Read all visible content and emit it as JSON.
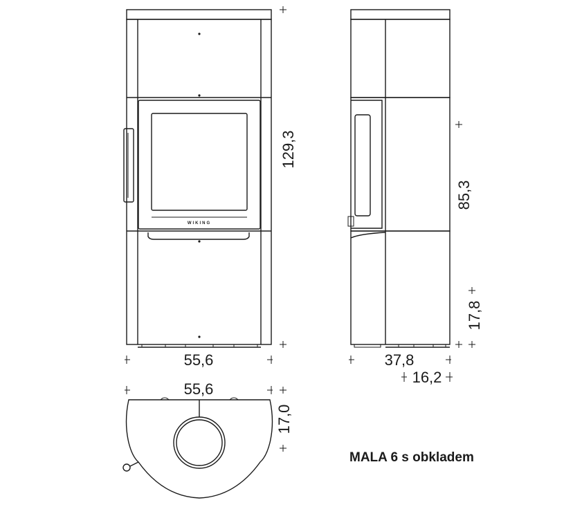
{
  "caption": "MALA 6  s obkladem",
  "brand_logo": "WIKING",
  "dimensions": {
    "front_height": "129,3",
    "front_width": "55,6",
    "side_height": "85,3",
    "side_small_height": "17,8",
    "side_depth": "37,8",
    "side_offset": "16,2",
    "top_width": "55,6",
    "top_depth": "17,0"
  }
}
